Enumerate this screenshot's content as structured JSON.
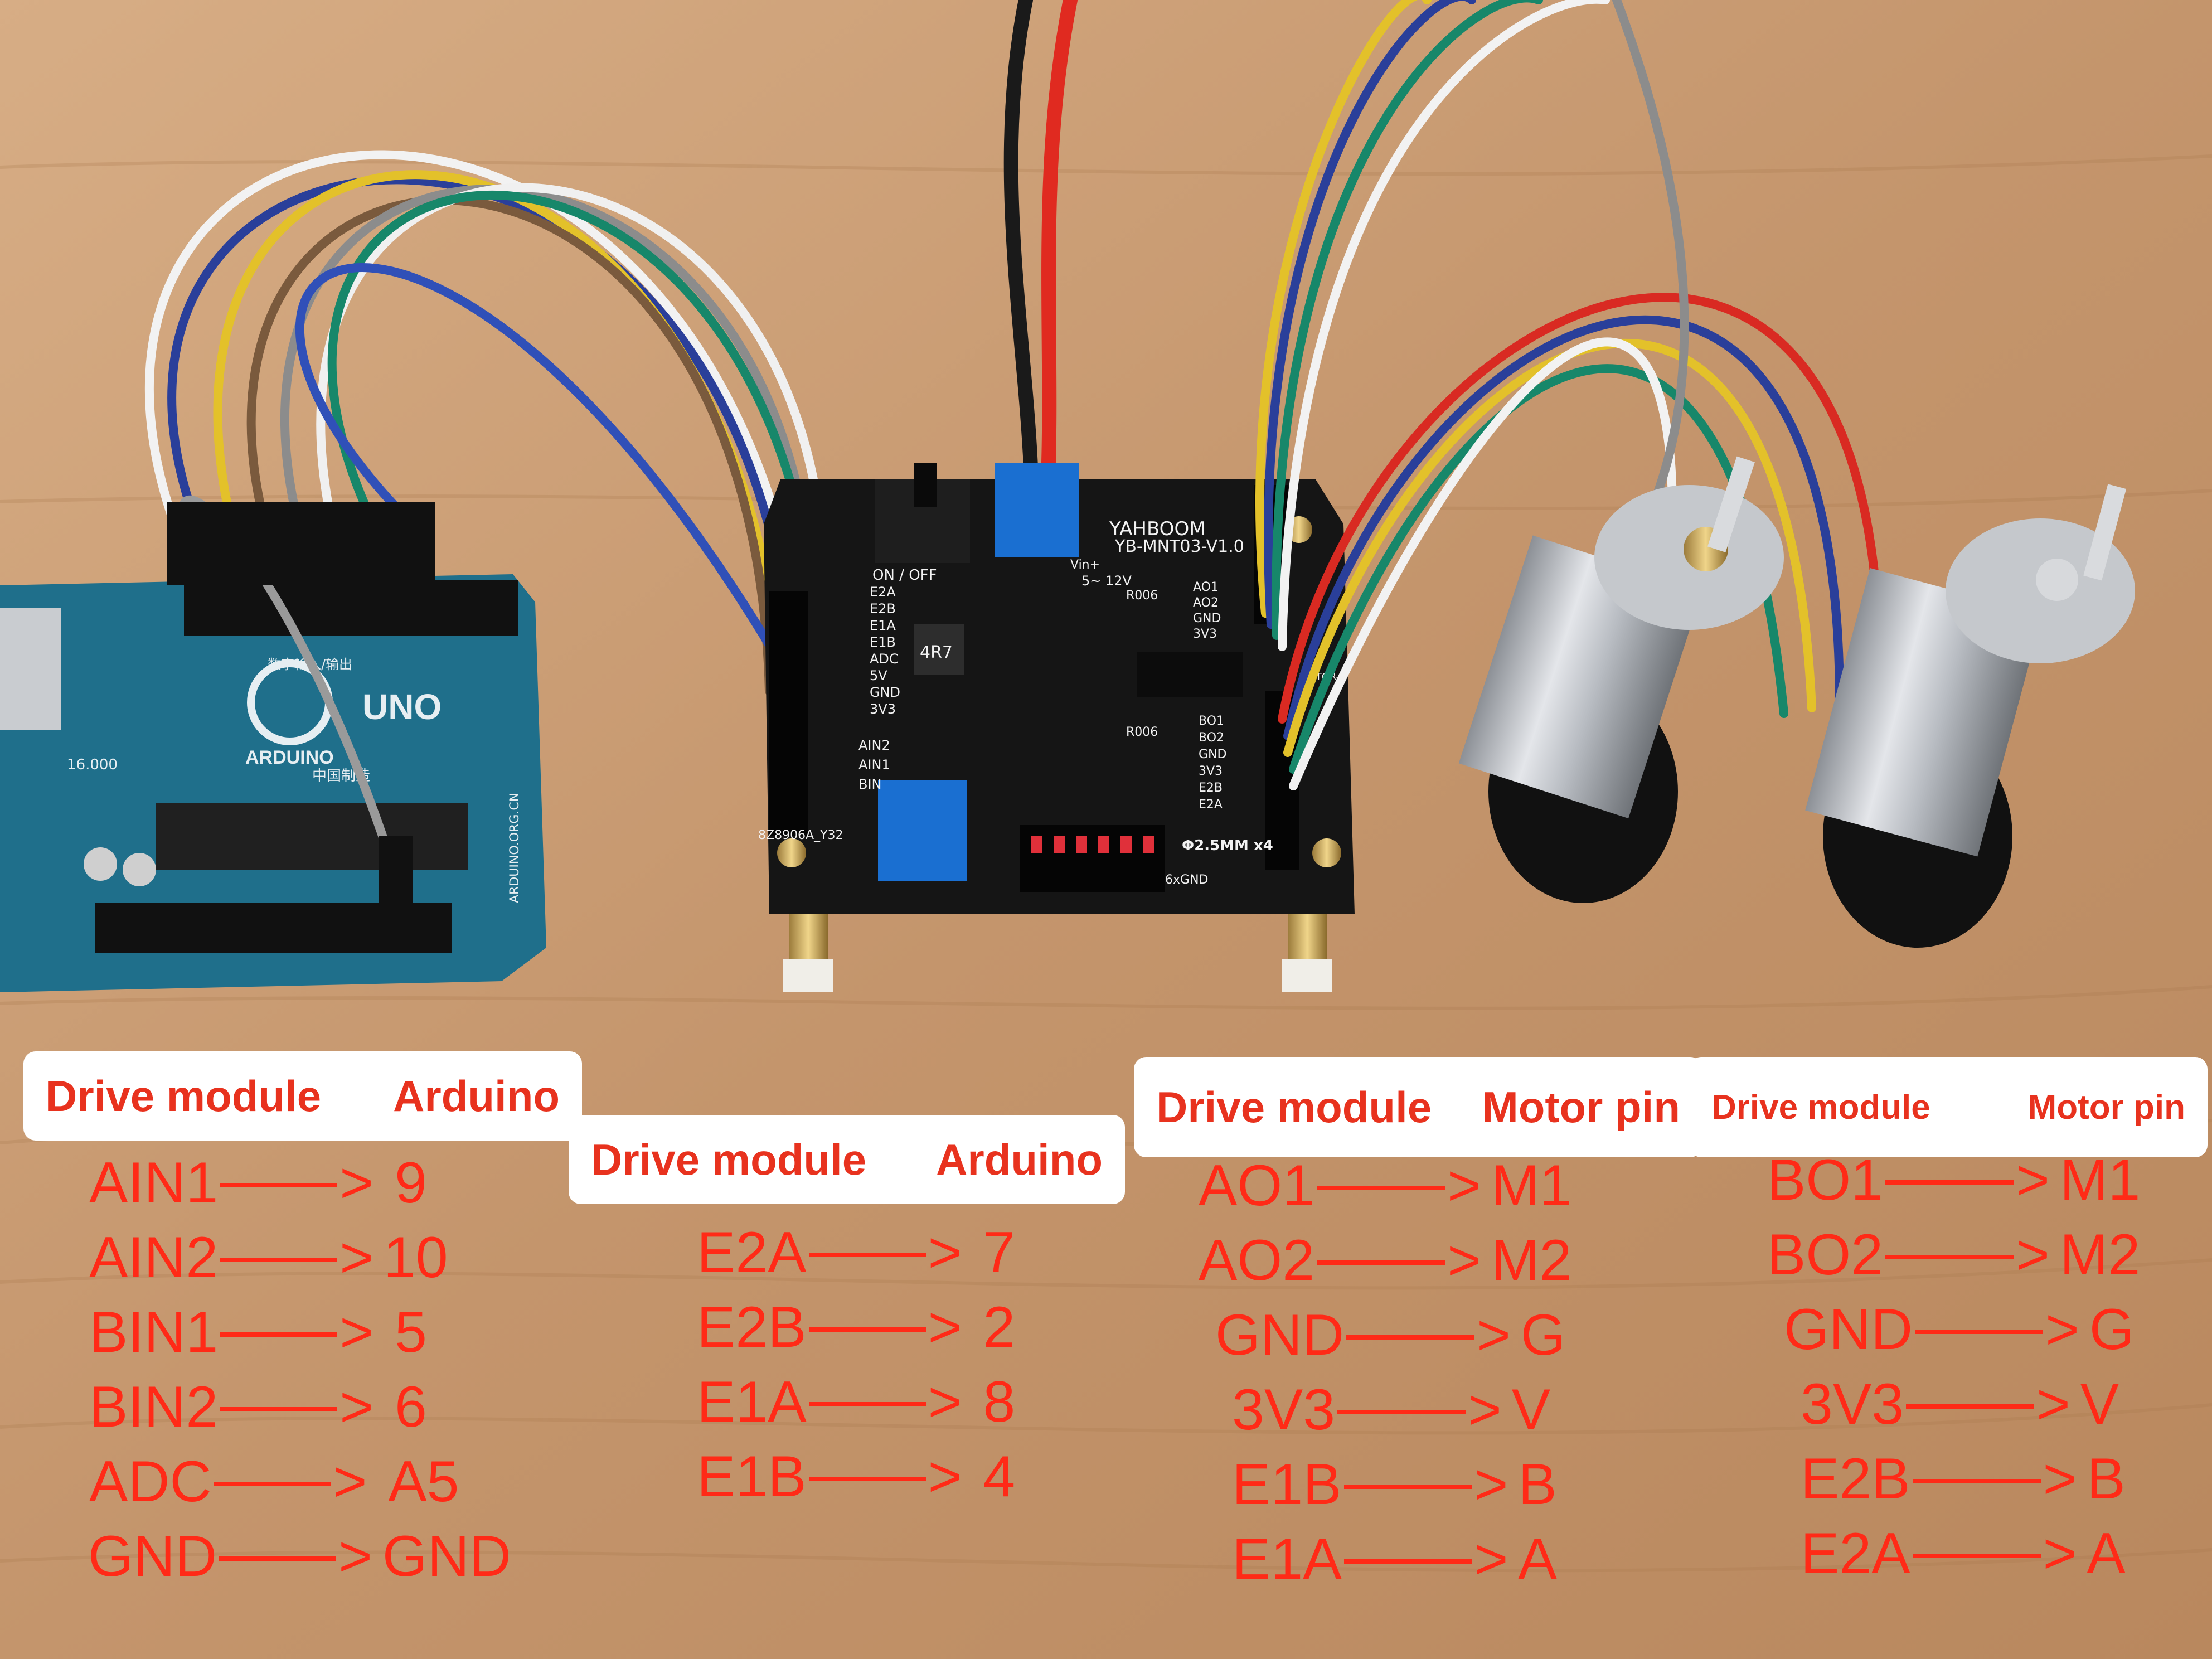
{
  "board": {
    "model_text": "YB-MNT03-V1.0",
    "brand_text": "YAHBOOM",
    "switch_label": "ON / OFF",
    "vin_label": "Vin+",
    "voltage_label": "5~ 12V",
    "inductor_label": "4R7",
    "resistor_label_1": "R006",
    "resistor_label_2": "R006",
    "left_pins": [
      "E2A",
      "E2B",
      "E1A",
      "E1B",
      "ADC",
      "5V",
      "GND",
      "3V3"
    ],
    "left_lower_pins": [
      "AIN2",
      "AIN1",
      "BIN"
    ],
    "right_top_pins": [
      "AO1",
      "AO2",
      "GND",
      "3V3"
    ],
    "right_bottom_pins": [
      "BO1",
      "BO2",
      "GND",
      "3V3",
      "E2B",
      "E2A"
    ],
    "motor_b_label": "MOTOR-B",
    "hole_label": "Φ2.5MM x4",
    "gnd_header_label": "6xGND",
    "chip_label": "8Z8906A_Y32"
  },
  "arduino": {
    "logo_text": "UNO",
    "brand_text": "ARDUINO",
    "side_text": "ARDUINO.ORG.CN",
    "made_in": "中国制造",
    "crystal_text": "16.000",
    "digital_header": "数字输入/输出"
  },
  "tables": [
    {
      "header_left": "Drive module",
      "header_right": "Arduino",
      "rows": [
        {
          "from": "AIN1",
          "to": "9"
        },
        {
          "from": "AIN2",
          "to": "10"
        },
        {
          "from": "BIN1",
          "to": "5"
        },
        {
          "from": "BIN2",
          "to": "6"
        },
        {
          "from": "ADC",
          "to": "A5"
        },
        {
          "from": "GND",
          "to": "GND"
        }
      ]
    },
    {
      "header_left": "Drive module",
      "header_right": "Arduino",
      "rows": [
        {
          "from": "E2A",
          "to": "7"
        },
        {
          "from": "E2B",
          "to": "2"
        },
        {
          "from": "E1A",
          "to": "8"
        },
        {
          "from": "E1B",
          "to": "4"
        }
      ]
    },
    {
      "header_left": "Drive module",
      "header_right": "Motor pin",
      "rows": [
        {
          "from": "AO1",
          "to": "M1"
        },
        {
          "from": "AO2",
          "to": "M2"
        },
        {
          "from": "GND",
          "to": "G"
        },
        {
          "from": "3V3",
          "to": "V"
        },
        {
          "from": "E1B",
          "to": "B"
        },
        {
          "from": "E1A",
          "to": "A"
        }
      ]
    },
    {
      "header_left": "Drive module",
      "header_right": "Motor pin",
      "rows": [
        {
          "from": "BO1",
          "to": "M1"
        },
        {
          "from": "BO2",
          "to": "M2"
        },
        {
          "from": "GND",
          "to": "G"
        },
        {
          "from": "3V3",
          "to": "V"
        },
        {
          "from": "E2B",
          "to": "B"
        },
        {
          "from": "E2A",
          "to": "A"
        }
      ]
    }
  ],
  "colors": {
    "label_text": "#e8321e",
    "mapping_text": "#ff2a17",
    "table_bg": "#c99a73",
    "board": "#151515",
    "arduino": "#1f6f8b"
  }
}
